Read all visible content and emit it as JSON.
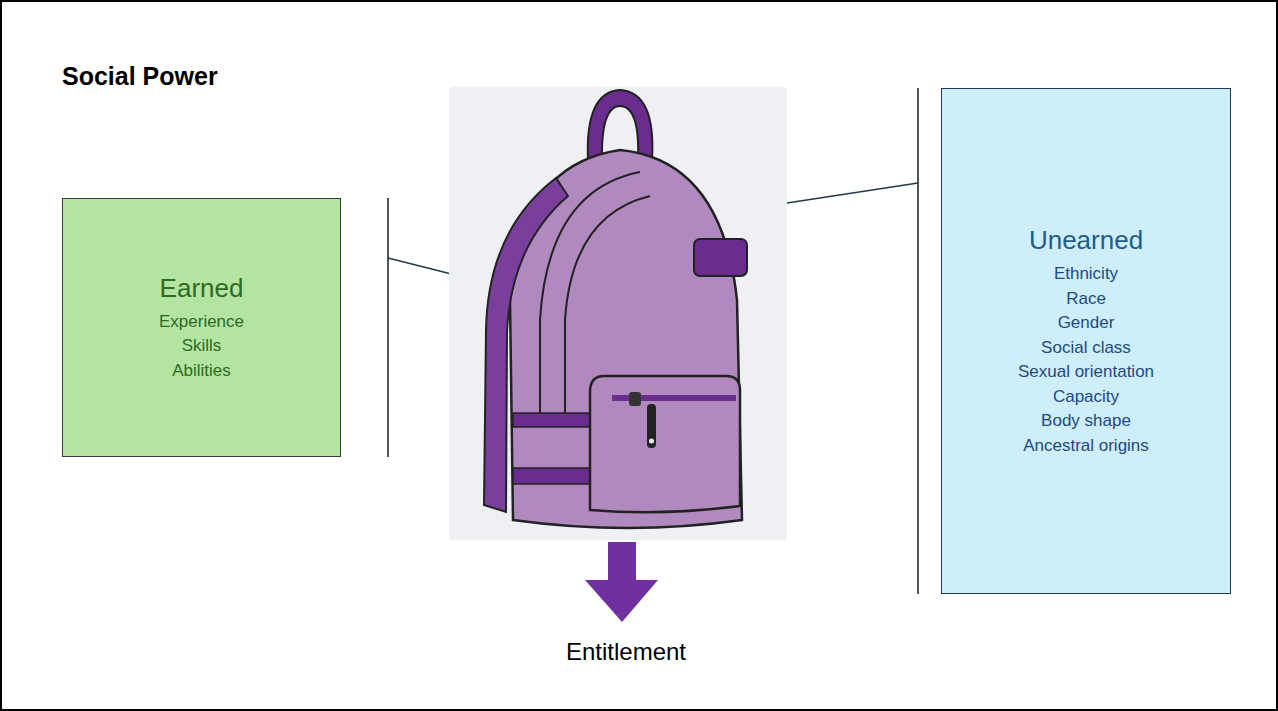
{
  "diagram": {
    "title": "Social Power",
    "nodes": [
      {
        "text": [
          "Earned",
          "Experience",
          "Skills",
          "Abilities"
        ]
      },
      {
        "text": [
          "Unearned",
          "Ethnicity",
          "Race",
          "Gender",
          "Social class",
          "Sexual orientation",
          "Capacity",
          "Body shape",
          "Ancestral origins"
        ]
      }
    ],
    "labels": [
      "Entitlement"
    ]
  }
}
